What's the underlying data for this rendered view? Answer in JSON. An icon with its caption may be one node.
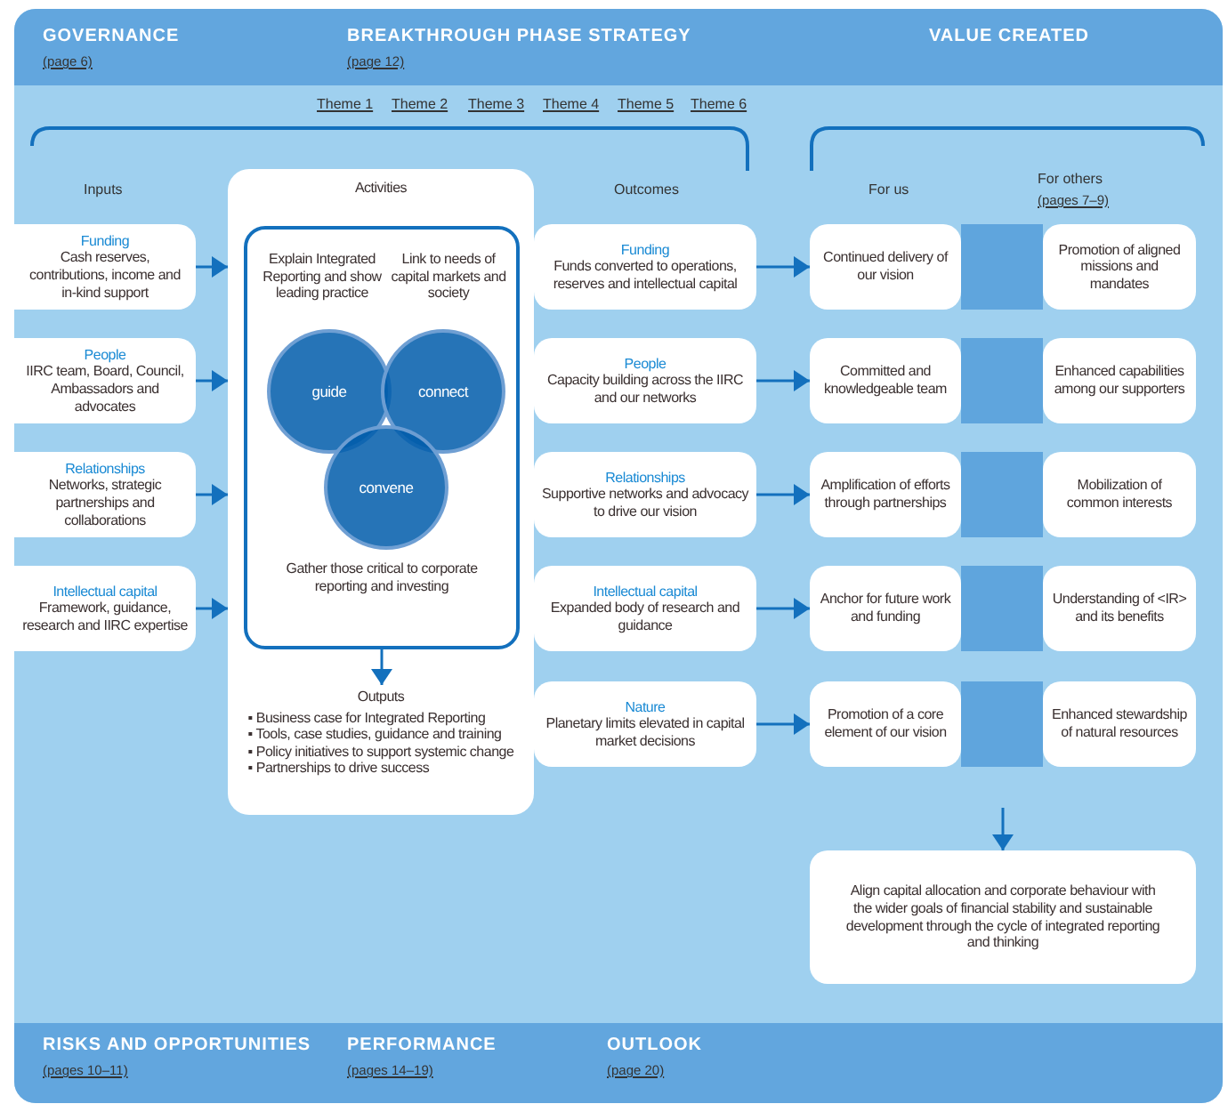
{
  "diagram": {
    "nodes": [
      {
        "text": [
          "Funding",
          "Cash reserves, contributions, income and in-kind support"
        ]
      },
      {
        "text": [
          "People",
          "IIRC team, Board, Council, Ambassadors and advocates"
        ]
      },
      {
        "text": [
          "Relationships",
          "Networks, strategic partnerships and collaborations"
        ]
      },
      {
        "text": [
          "Intellectual capital",
          "Framework, guidance, research and IIRC expertise"
        ]
      },
      {
        "text": [
          "Activities"
        ]
      },
      {
        "text": [
          "Explain Integrated Reporting and show leading practice",
          "Link to needs of capital markets and society",
          "Gather those critical to corporate reporting and investing"
        ],
        "in": 4
      },
      {
        "text": [
          "guide"
        ],
        "in": 5
      },
      {
        "text": [
          "connect"
        ],
        "in": 5
      },
      {
        "text": [
          "convene"
        ],
        "in": 5
      },
      {
        "text": [
          "Outputs",
          "▪ Business case for Integrated Reporting",
          "▪ Tools, case studies, guidance and training",
          "▪ Policy initiatives to support systemic change",
          "▪ Partnerships to drive success"
        ],
        "in": 4
      },
      {
        "text": [
          "Funding",
          "Funds converted to operations, reserves and intellectual capital"
        ]
      },
      {
        "text": [
          "People",
          "Capacity building across the IIRC and our networks"
        ]
      },
      {
        "text": [
          "Relationships",
          "Supportive networks and advocacy to drive our vision"
        ]
      },
      {
        "text": [
          "Intellectual capital",
          "Expanded body of research and guidance"
        ]
      },
      {
        "text": [
          "Nature",
          "Planetary limits elevated in capital market decisions"
        ]
      },
      {
        "text": [
          "Continued delivery of our vision"
        ]
      },
      {
        "text": [
          "Committed and knowledgeable team"
        ]
      },
      {
        "text": [
          "Amplification of efforts through partnerships"
        ]
      },
      {
        "text": [
          "Anchor for future work and funding"
        ]
      },
      {
        "text": [
          "Promotion of a core element of our vision"
        ]
      },
      {
        "text": [
          "Promotion of aligned missions and mandates"
        ]
      },
      {
        "text": [
          "Enhanced capabilities among our supporters"
        ]
      },
      {
        "text": [
          "Mobilization of common interests"
        ]
      },
      {
        "text": [
          "Understanding of <IR> and its benefits"
        ]
      },
      {
        "text": [
          "Enhanced stewardship of natural resources"
        ]
      },
      {
        "text": [
          "Align capital allocation and corporate behaviour with the wider goals of financial stability and sustainable development through the cycle of integrated reporting and thinking"
        ]
      }
    ],
    "edges": [
      {
        "from": 0,
        "to": 4,
        "arrow": "to"
      },
      {
        "from": 1,
        "to": 4,
        "arrow": "to"
      },
      {
        "from": 2,
        "to": 4,
        "arrow": "to"
      },
      {
        "from": 3,
        "to": 4,
        "arrow": "to"
      },
      {
        "from": 5,
        "to": 9,
        "arrow": "to"
      },
      {
        "from": 10,
        "to": 15,
        "arrow": "to"
      },
      {
        "from": 11,
        "to": 16,
        "arrow": "to"
      },
      {
        "from": 12,
        "to": 17,
        "arrow": "to"
      },
      {
        "from": 13,
        "to": 18,
        "arrow": "to"
      },
      {
        "from": 14,
        "to": 19,
        "arrow": "to"
      },
      {
        "from": 15,
        "to": 20,
        "arrow": "none",
        "style": "thick",
        "color": "#5fa5dd"
      },
      {
        "from": 16,
        "to": 21,
        "arrow": "none",
        "style": "thick",
        "color": "#5fa5dd"
      },
      {
        "from": 17,
        "to": 22,
        "arrow": "none",
        "style": "thick",
        "color": "#5fa5dd"
      },
      {
        "from": 18,
        "to": 23,
        "arrow": "none",
        "style": "thick",
        "color": "#5fa5dd"
      },
      {
        "from": 19,
        "to": 24,
        "arrow": "none",
        "style": "thick",
        "color": "#5fa5dd"
      },
      {
        "from": null,
        "to": 25,
        "arrow": "to"
      }
    ],
    "labels": [
      "GOVERNANCE",
      "(page 6)",
      "BREAKTHROUGH PHASE STRATEGY",
      "(page 12)",
      "VALUE CREATED",
      "Theme 1",
      "Theme 2",
      "Theme 3",
      "Theme 4",
      "Theme 5",
      "Theme 6",
      "Inputs",
      "Outcomes",
      "For us",
      "For others",
      "(pages 7–9)",
      "RISKS AND OPPORTUNITIES",
      "(pages 10–11)",
      "PERFORMANCE",
      "(pages 14–19)",
      "OUTLOOK",
      "(page 20)"
    ]
  }
}
